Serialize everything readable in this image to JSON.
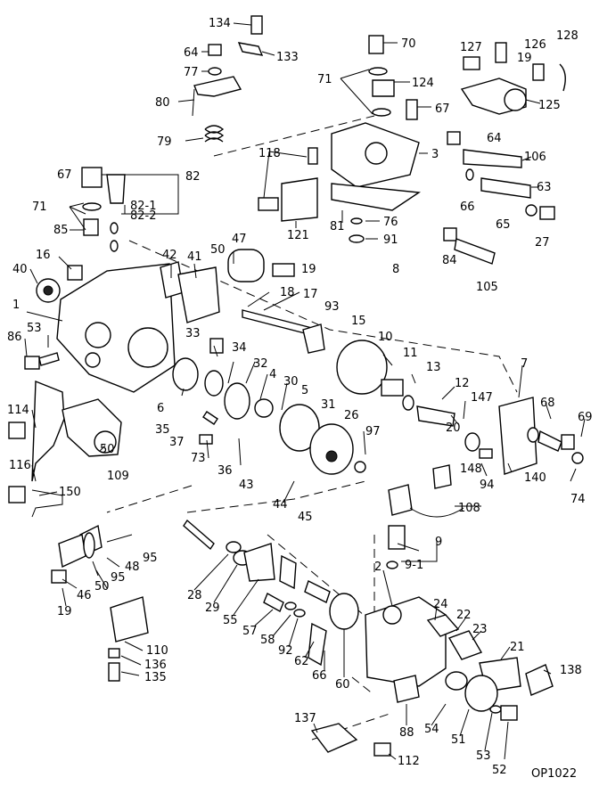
{
  "drawing_code": "OP1022",
  "callouts": {
    "c134": "134",
    "c64a": "64",
    "c133": "133",
    "c77": "77",
    "c80": "80",
    "c79": "79",
    "c70": "70",
    "c71a": "71",
    "c124": "124",
    "c67a": "67",
    "c64b": "64",
    "c3": "3",
    "c106": "106",
    "c127": "127",
    "c19a": "19",
    "c126": "126",
    "c128": "128",
    "c125": "125",
    "c118": "118",
    "c121": "121",
    "c81": "81",
    "c76": "76",
    "c91": "91",
    "c66a": "66",
    "c63": "63",
    "c65": "65",
    "c27": "27",
    "c84": "84",
    "c105": "105",
    "c8": "8",
    "c67b": "67",
    "c82": "82",
    "c82_1": "82-1",
    "c82_2": "82-2",
    "c71b": "71",
    "c85": "85",
    "c16": "16",
    "c40": "40",
    "c42": "42",
    "c41": "41",
    "c50a": "50",
    "c47": "47",
    "c19b": "19",
    "c18": "18",
    "c17": "17",
    "c93": "93",
    "c15": "15",
    "c10": "10",
    "c1": "1",
    "c53a": "53",
    "c86": "86",
    "c33": "33",
    "c34": "34",
    "c32": "32",
    "c4": "4",
    "c30": "30",
    "c5": "5",
    "c6": "6",
    "c35": "35",
    "c37": "37",
    "c73": "73",
    "c31": "31",
    "c26": "26",
    "c97": "97",
    "c36": "36",
    "c11": "11",
    "c13": "13",
    "c12": "12",
    "c147": "147",
    "c7": "7",
    "c68": "68",
    "c69": "69",
    "c20": "20",
    "c148": "148",
    "c94": "94",
    "c140": "140",
    "c74": "74",
    "c114": "114",
    "c50b": "50",
    "c109": "109",
    "c116": "116",
    "c150": "150",
    "c43": "43",
    "c44": "44",
    "c45": "45",
    "c108": "108",
    "c9": "9",
    "c9_1": "9-1",
    "c95a": "95",
    "c48": "48",
    "c95b": "95",
    "c50c": "50",
    "c46": "46",
    "c19c": "19",
    "c28": "28",
    "c29": "29",
    "c55": "55",
    "c57": "57",
    "c58": "58",
    "c92": "92",
    "c62": "62",
    "c66b": "66",
    "c60": "60",
    "c2": "2",
    "c24": "24",
    "c22": "22",
    "c23": "23",
    "c21": "21",
    "c138": "138",
    "c110": "110",
    "c136": "136",
    "c135": "135",
    "c137": "137",
    "c88": "88",
    "c54": "54",
    "c51": "51",
    "c53b": "53",
    "c52": "52",
    "c112": "112"
  }
}
